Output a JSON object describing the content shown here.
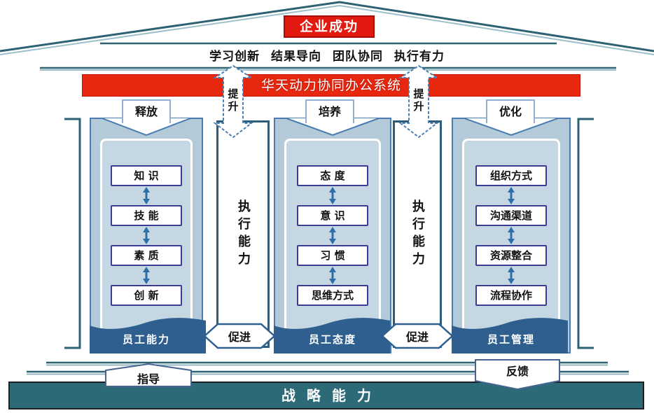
{
  "header": {
    "success": "企业成功",
    "slogan": "学习创新 结果导向 团队协同 执行有力",
    "banner": "华天动力协同办公系统"
  },
  "labels": {
    "lift": "提升",
    "promote": "促进",
    "execution": "执行能力",
    "guide": "指导",
    "feedback": "反馈",
    "strategy": "战略能力"
  },
  "pillars": [
    {
      "tab": "释放",
      "items": [
        "知 识",
        "技 能",
        "素 质",
        "创 新"
      ],
      "base": "员工能力"
    },
    {
      "tab": "培养",
      "items": [
        "态 度",
        "意 识",
        "习 惯",
        "思维方式"
      ],
      "base": "员工态度"
    },
    {
      "tab": "优化",
      "items": [
        "组织方式",
        "沟通渠道",
        "资源整合",
        "流程协作"
      ],
      "base": "员工管理"
    }
  ],
  "colors": {
    "banner_red": "#e8270f",
    "success_red": "#e2190e",
    "frame_teal": "#2d6273",
    "pillar_fill": "#b4cad8",
    "pillar_inner_fill": "#c4d7e3",
    "pillar_border_blue": "#4a7cb0",
    "base_navy": "#2e5f8f",
    "item_border_indigo": "#3c3c96",
    "arrow_blue": "#2e6da8",
    "strategy_teal": "#2c6a78",
    "tab_border": "#93aed6"
  }
}
